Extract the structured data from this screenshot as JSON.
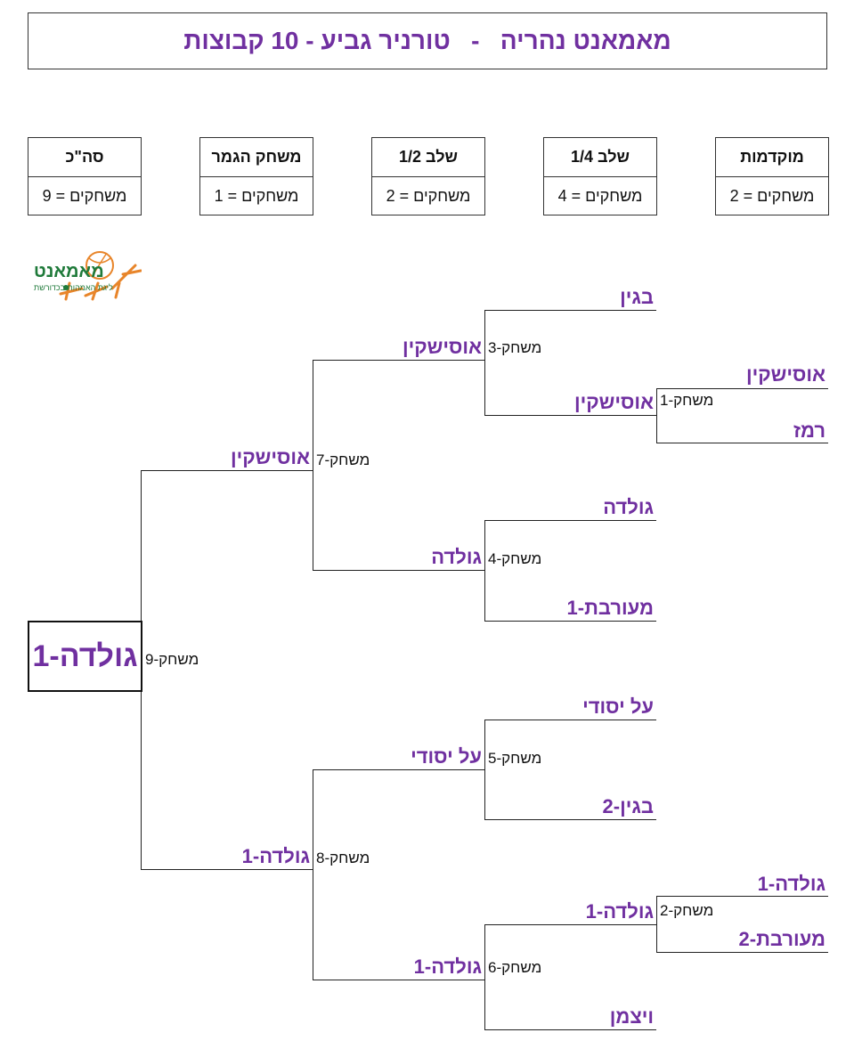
{
  "header": {
    "title": "מאמאנט נהריה   -   טורניר גביע - 10 קבוצות"
  },
  "stages": [
    {
      "name": "סה\"כ",
      "count": "משחקים = 9"
    },
    {
      "name": "משחק הגמר",
      "count": "משחקים = 1"
    },
    {
      "name": "שלב 1/2",
      "count": "משחקים = 2"
    },
    {
      "name": "שלב 1/4",
      "count": "משחקים = 4"
    },
    {
      "name": "מוקדמות",
      "count": "משחקים = 2"
    }
  ],
  "logo": {
    "text": "מאמאנט",
    "subtitle": "ליגת האמהות בכדורשת",
    "colors": {
      "green": "#1f7a3a",
      "orange": "#e8852a"
    }
  },
  "bracket": {
    "teams": {
      "pre1_top": "אוסישקין",
      "pre1_bottom": "רמז",
      "pre2_top": "גולדה-1",
      "pre2_bottom": "מעורבת-2",
      "r1_begin": "בגין",
      "r1_ussishkin": "אוסישקין",
      "r1_golda_top": "גולדה",
      "r1_meuravet1": "מעורבת-1",
      "r1_al_yesodi": "על יסודי",
      "r1_begin2": "בגין-2",
      "r1_golda1": "גולדה-1",
      "r1_weizman": "ויצמן",
      "qf3_winner": "אוסישקין",
      "qf4_winner": "גולדה",
      "qf5_winner": "על יסודי",
      "qf6_winner": "גולדה-1",
      "sf7_winner": "אוסישקין",
      "sf8_winner": "גולדה-1"
    },
    "matches": {
      "m1": "משחק-1",
      "m2": "משחק-2",
      "m3": "משחק-3",
      "m4": "משחק-4",
      "m5": "משחק-5",
      "m6": "משחק-6",
      "m7": "משחק-7",
      "m8": "משחק-8",
      "m9": "משחק-9"
    },
    "champion": "גולדה-1"
  },
  "colors": {
    "team": "#7030a0",
    "lines": "#222222"
  }
}
